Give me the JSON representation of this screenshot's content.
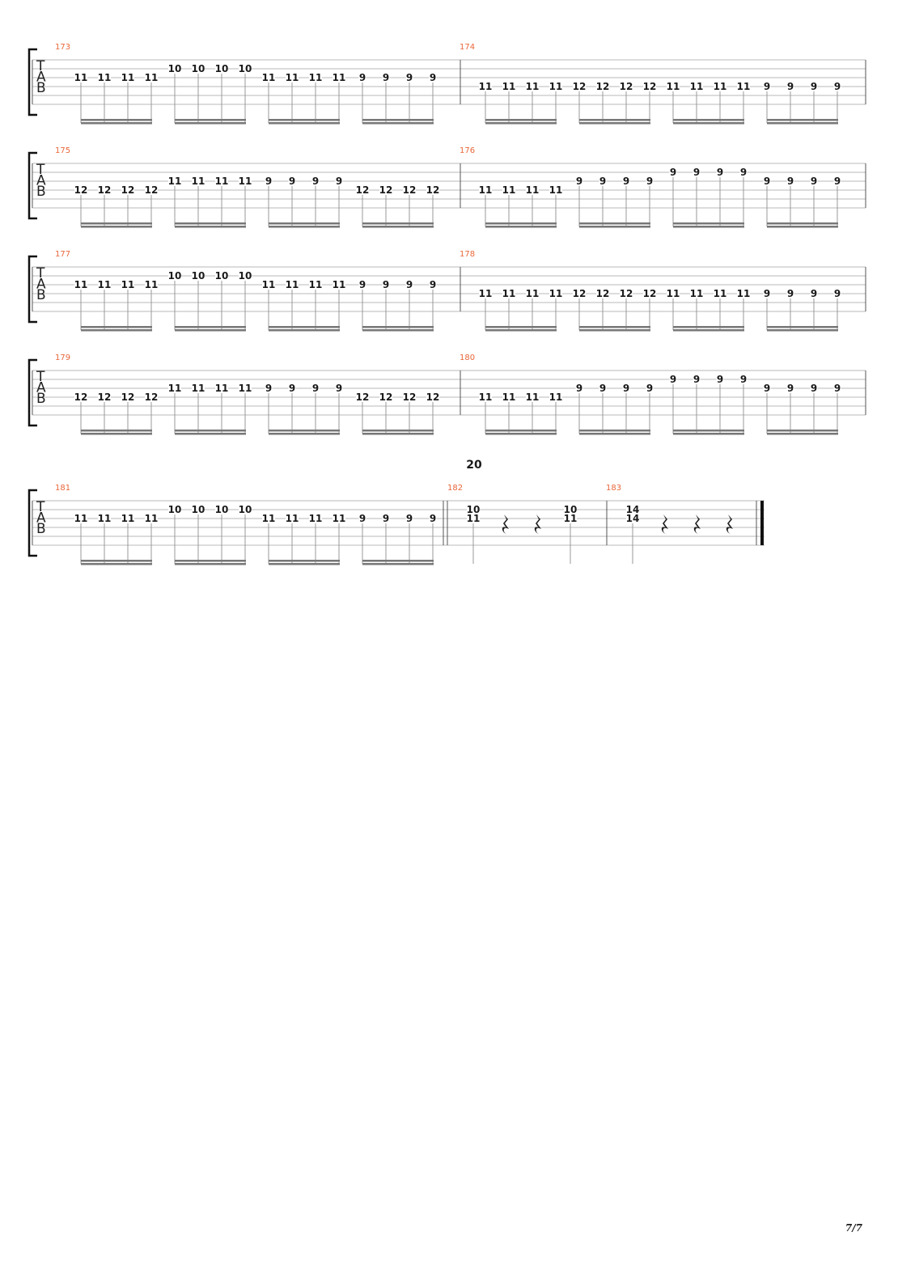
{
  "tab_clef_letters": [
    "T",
    "A",
    "B"
  ],
  "rehearsal_mark": "20",
  "page_number": "7/7",
  "icons": {
    "rest": "quarter-rest-icon",
    "bracket": "system-bracket-icon"
  },
  "systems": [
    {
      "measures": [
        {
          "number": "173",
          "groups": [
            {
              "string": 2,
              "frets": [
                "11",
                "11",
                "11",
                "11"
              ]
            },
            {
              "string": 1,
              "frets": [
                "10",
                "10",
                "10",
                "10"
              ]
            },
            {
              "string": 2,
              "frets": [
                "11",
                "11",
                "11",
                "11"
              ]
            },
            {
              "string": 2,
              "frets": [
                "9",
                "9",
                "9",
                "9"
              ]
            }
          ]
        },
        {
          "number": "174",
          "groups": [
            {
              "string": 3,
              "frets": [
                "11",
                "11",
                "11",
                "11"
              ]
            },
            {
              "string": 3,
              "frets": [
                "12",
                "12",
                "12",
                "12"
              ]
            },
            {
              "string": 3,
              "frets": [
                "11",
                "11",
                "11",
                "11"
              ]
            },
            {
              "string": 3,
              "frets": [
                "9",
                "9",
                "9",
                "9"
              ]
            }
          ]
        }
      ]
    },
    {
      "measures": [
        {
          "number": "175",
          "groups": [
            {
              "string": 3,
              "frets": [
                "12",
                "12",
                "12",
                "12"
              ]
            },
            {
              "string": 2,
              "frets": [
                "11",
                "11",
                "11",
                "11"
              ]
            },
            {
              "string": 2,
              "frets": [
                "9",
                "9",
                "9",
                "9"
              ]
            },
            {
              "string": 3,
              "frets": [
                "12",
                "12",
                "12",
                "12"
              ]
            }
          ]
        },
        {
          "number": "176",
          "groups": [
            {
              "string": 3,
              "frets": [
                "11",
                "11",
                "11",
                "11"
              ]
            },
            {
              "string": 2,
              "frets": [
                "9",
                "9",
                "9",
                "9"
              ]
            },
            {
              "string": 1,
              "frets": [
                "9",
                "9",
                "9",
                "9"
              ]
            },
            {
              "string": 2,
              "frets": [
                "9",
                "9",
                "9",
                "9"
              ]
            }
          ]
        }
      ]
    },
    {
      "measures": [
        {
          "number": "177",
          "groups": [
            {
              "string": 2,
              "frets": [
                "11",
                "11",
                "11",
                "11"
              ]
            },
            {
              "string": 1,
              "frets": [
                "10",
                "10",
                "10",
                "10"
              ]
            },
            {
              "string": 2,
              "frets": [
                "11",
                "11",
                "11",
                "11"
              ]
            },
            {
              "string": 2,
              "frets": [
                "9",
                "9",
                "9",
                "9"
              ]
            }
          ]
        },
        {
          "number": "178",
          "groups": [
            {
              "string": 3,
              "frets": [
                "11",
                "11",
                "11",
                "11"
              ]
            },
            {
              "string": 3,
              "frets": [
                "12",
                "12",
                "12",
                "12"
              ]
            },
            {
              "string": 3,
              "frets": [
                "11",
                "11",
                "11",
                "11"
              ]
            },
            {
              "string": 3,
              "frets": [
                "9",
                "9",
                "9",
                "9"
              ]
            }
          ]
        }
      ]
    },
    {
      "measures": [
        {
          "number": "179",
          "groups": [
            {
              "string": 3,
              "frets": [
                "12",
                "12",
                "12",
                "12"
              ]
            },
            {
              "string": 2,
              "frets": [
                "11",
                "11",
                "11",
                "11"
              ]
            },
            {
              "string": 2,
              "frets": [
                "9",
                "9",
                "9",
                "9"
              ]
            },
            {
              "string": 3,
              "frets": [
                "12",
                "12",
                "12",
                "12"
              ]
            }
          ]
        },
        {
          "number": "180",
          "groups": [
            {
              "string": 3,
              "frets": [
                "11",
                "11",
                "11",
                "11"
              ]
            },
            {
              "string": 2,
              "frets": [
                "9",
                "9",
                "9",
                "9"
              ]
            },
            {
              "string": 1,
              "frets": [
                "9",
                "9",
                "9",
                "9"
              ]
            },
            {
              "string": 2,
              "frets": [
                "9",
                "9",
                "9",
                "9"
              ]
            }
          ]
        }
      ]
    },
    {
      "measures": [
        {
          "number": "181",
          "groups": [
            {
              "string": 2,
              "frets": [
                "11",
                "11",
                "11",
                "11"
              ]
            },
            {
              "string": 1,
              "frets": [
                "10",
                "10",
                "10",
                "10"
              ]
            },
            {
              "string": 2,
              "frets": [
                "11",
                "11",
                "11",
                "11"
              ]
            },
            {
              "string": 2,
              "frets": [
                "9",
                "9",
                "9",
                "9"
              ]
            }
          ]
        },
        {
          "number": "182",
          "beats": [
            {
              "notes": [
                {
                  "string": 1,
                  "fret": "10"
                },
                {
                  "string": 2,
                  "fret": "11"
                }
              ]
            },
            {
              "rest": true
            },
            {
              "rest": true
            },
            {
              "notes": [
                {
                  "string": 1,
                  "fret": "10"
                },
                {
                  "string": 2,
                  "fret": "11"
                }
              ]
            }
          ]
        },
        {
          "number": "183",
          "beats": [
            {
              "notes": [
                {
                  "string": 1,
                  "fret": "14"
                },
                {
                  "string": 2,
                  "fret": "14"
                }
              ]
            },
            {
              "rest": true
            },
            {
              "rest": true
            },
            {
              "rest": true
            }
          ]
        }
      ]
    }
  ]
}
